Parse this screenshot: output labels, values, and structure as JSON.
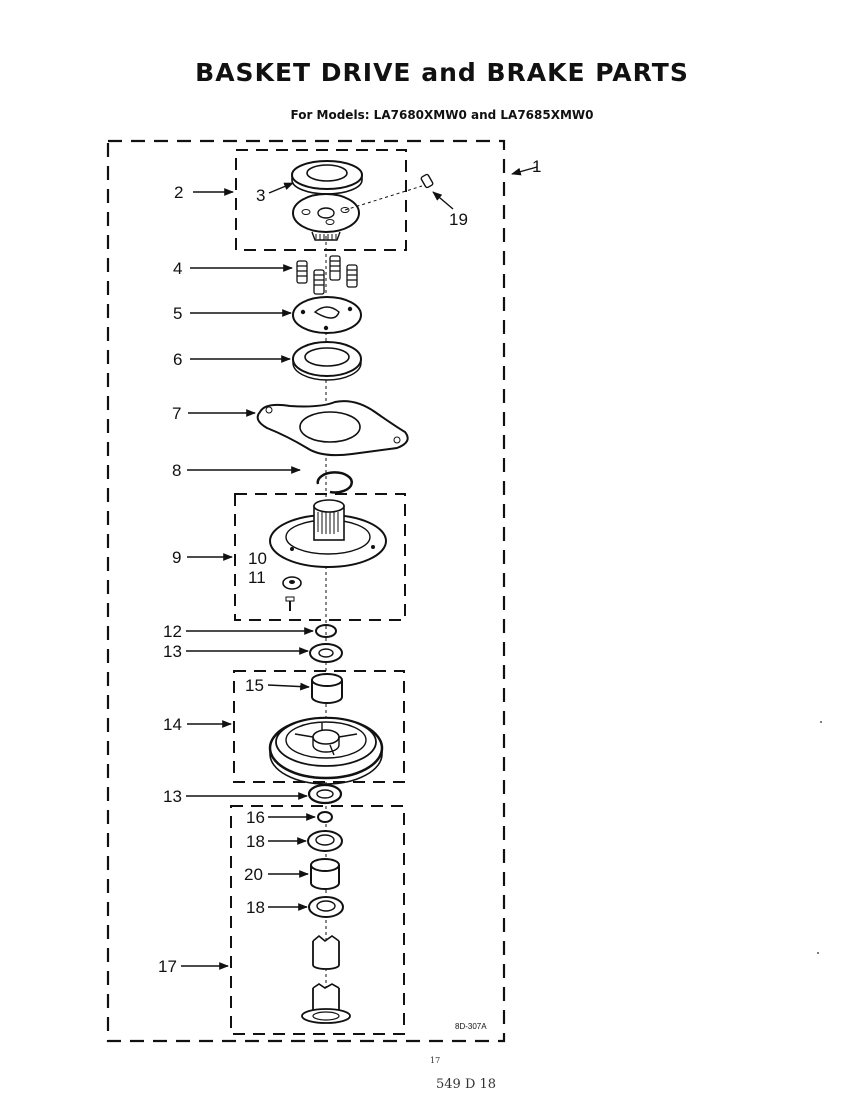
{
  "title": "BASKET DRIVE and BRAKE PARTS",
  "subtitle": "For Models: LA7680XMW0 and LA7685XMW0",
  "drawing_code": "8D-307A",
  "handwritten_note": "549 D 18",
  "handwritten_mark": "17",
  "callouts": [
    {
      "id": "1",
      "label": "1"
    },
    {
      "id": "2",
      "label": "2"
    },
    {
      "id": "3",
      "label": "3"
    },
    {
      "id": "19",
      "label": "19"
    },
    {
      "id": "4",
      "label": "4"
    },
    {
      "id": "5",
      "label": "5"
    },
    {
      "id": "6",
      "label": "6"
    },
    {
      "id": "7",
      "label": "7"
    },
    {
      "id": "8",
      "label": "8"
    },
    {
      "id": "9",
      "label": "9"
    },
    {
      "id": "10",
      "label": "10"
    },
    {
      "id": "11",
      "label": "11"
    },
    {
      "id": "12",
      "label": "12"
    },
    {
      "id": "13a",
      "label": "13"
    },
    {
      "id": "15",
      "label": "15"
    },
    {
      "id": "14",
      "label": "14"
    },
    {
      "id": "13b",
      "label": "13"
    },
    {
      "id": "16",
      "label": "16"
    },
    {
      "id": "18a",
      "label": "18"
    },
    {
      "id": "20",
      "label": "20"
    },
    {
      "id": "18b",
      "label": "18"
    },
    {
      "id": "17",
      "label": "17"
    }
  ]
}
